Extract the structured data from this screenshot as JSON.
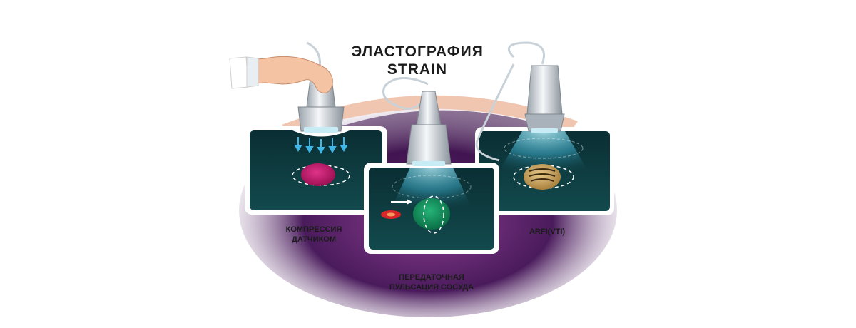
{
  "title": {
    "line1": "ЭЛАСТОГРАФИЯ",
    "line2": "STRAIN"
  },
  "panels": [
    {
      "caption_line1": "КОМПРЕССИЯ",
      "caption_line2": "ДАТЧИКОМ",
      "lesion_color": "#c2136b"
    },
    {
      "caption_line1": "ПЕРЕДАТОЧНАЯ",
      "caption_line2": "ПУЛЬСАЦИЯ СОСУДА",
      "lesion_color": "#0f8a5a"
    },
    {
      "caption_line1": "ARFI(VTI)",
      "lesion_color": "#c9a25a"
    }
  ],
  "colors": {
    "panel_bg": "#0e3b3f",
    "background_blob": "#4a1b5c",
    "skin": "#f2c9b3",
    "frame": "#ffffff",
    "probe": "#d8dde2",
    "beam": "#7fe4ff"
  }
}
